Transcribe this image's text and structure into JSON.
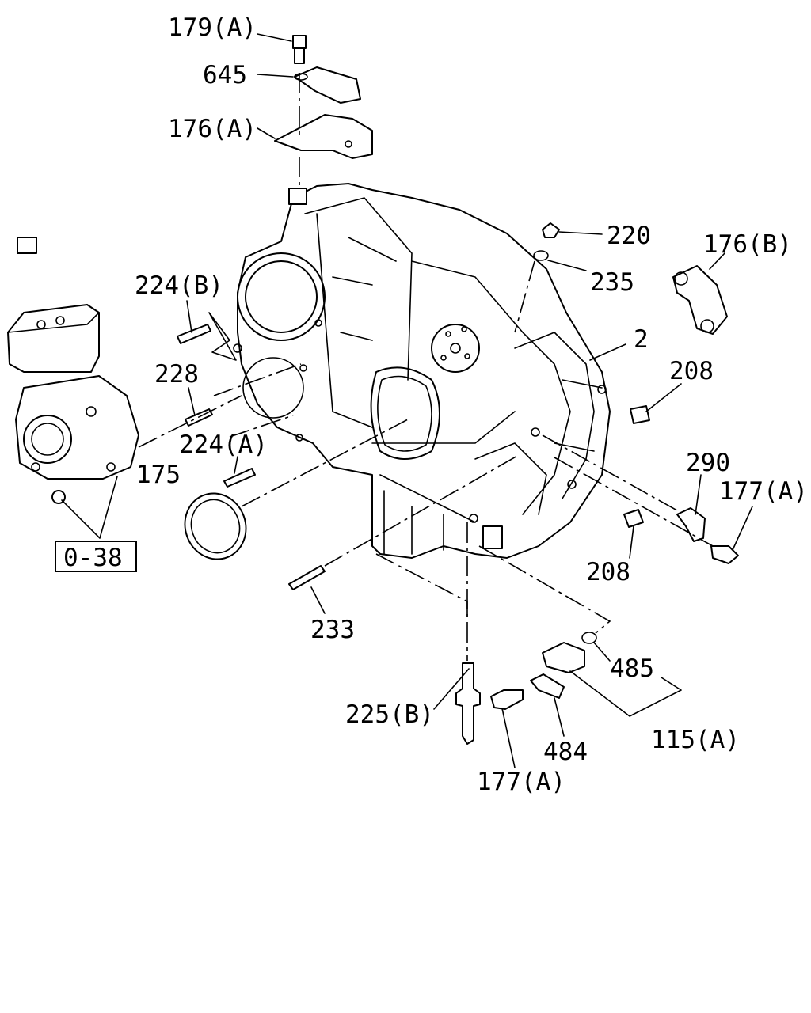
{
  "callouts": {
    "c179a": "179(A)",
    "c645": "645",
    "c176a": "176(A)",
    "c220": "220",
    "c176b": "176(B)",
    "c235": "235",
    "c224b": "224(B)",
    "c2": "2",
    "c228": "228",
    "c208top": "208",
    "c224a": "224(A)",
    "c175": "175",
    "c290": "290",
    "c177a_r": "177(A)",
    "c038": "0-38",
    "c208bot": "208",
    "c233": "233",
    "c485": "485",
    "c225b": "225(B)",
    "c115a": "115(A)",
    "c484": "484",
    "c177a_b": "177(A)"
  }
}
